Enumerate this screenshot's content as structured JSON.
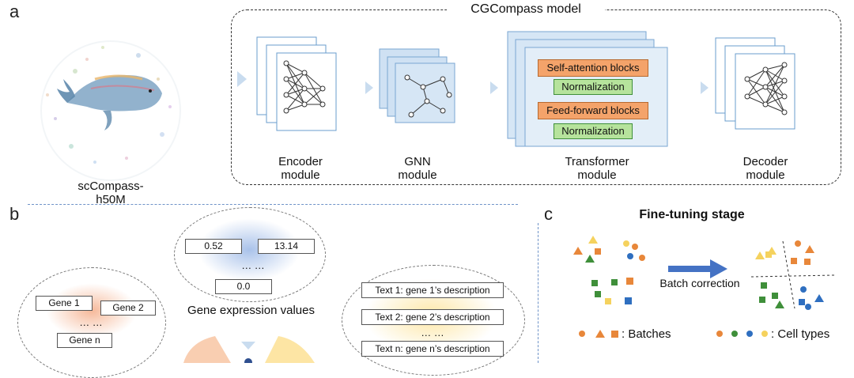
{
  "panel_a": {
    "letter": "a",
    "model_title": "CGCompass model",
    "dataset_label": "scCompass-h50M",
    "modules": [
      {
        "line1": "Encoder",
        "line2": "module"
      },
      {
        "line1": "GNN",
        "line2": "module"
      },
      {
        "line1": "Transformer",
        "line2": "module"
      },
      {
        "line1": "Decoder",
        "line2": "module"
      }
    ],
    "transformer_blocks": {
      "self_attention": "Self-attention blocks",
      "normalization_1": "Normalization",
      "feed_forward": "Feed-forward blocks",
      "normalization_2": "Normalization"
    }
  },
  "panel_b": {
    "letter": "b",
    "genes": {
      "gene1": "Gene 1",
      "gene2": "Gene 2",
      "dots": "… …",
      "genen": "Gene n"
    },
    "expression": {
      "v1": "0.52",
      "v2": "13.14",
      "dots": "… …",
      "v3": "0.0",
      "caption": "Gene expression values"
    },
    "texts": {
      "t1": "Text 1: gene 1’s description",
      "t2": "Text 2: gene 2’s description",
      "dots": "… …",
      "tn": "Text n: gene n’s description"
    }
  },
  "panel_c": {
    "letter": "c",
    "title": "Fine-tuning stage",
    "arrow_label": "Batch correction",
    "legend_batches": ": Batches",
    "legend_cell_types": ": Cell types"
  },
  "colors": {
    "orange": "#e8873a",
    "green": "#3f8f3a",
    "blue": "#2f6fc0",
    "yellow": "#f5d25e",
    "module_blue": "#d6e6f5",
    "block_orange": "#f4a36a",
    "block_green": "#b6e39c",
    "arrow_blue": "#4472c4"
  }
}
